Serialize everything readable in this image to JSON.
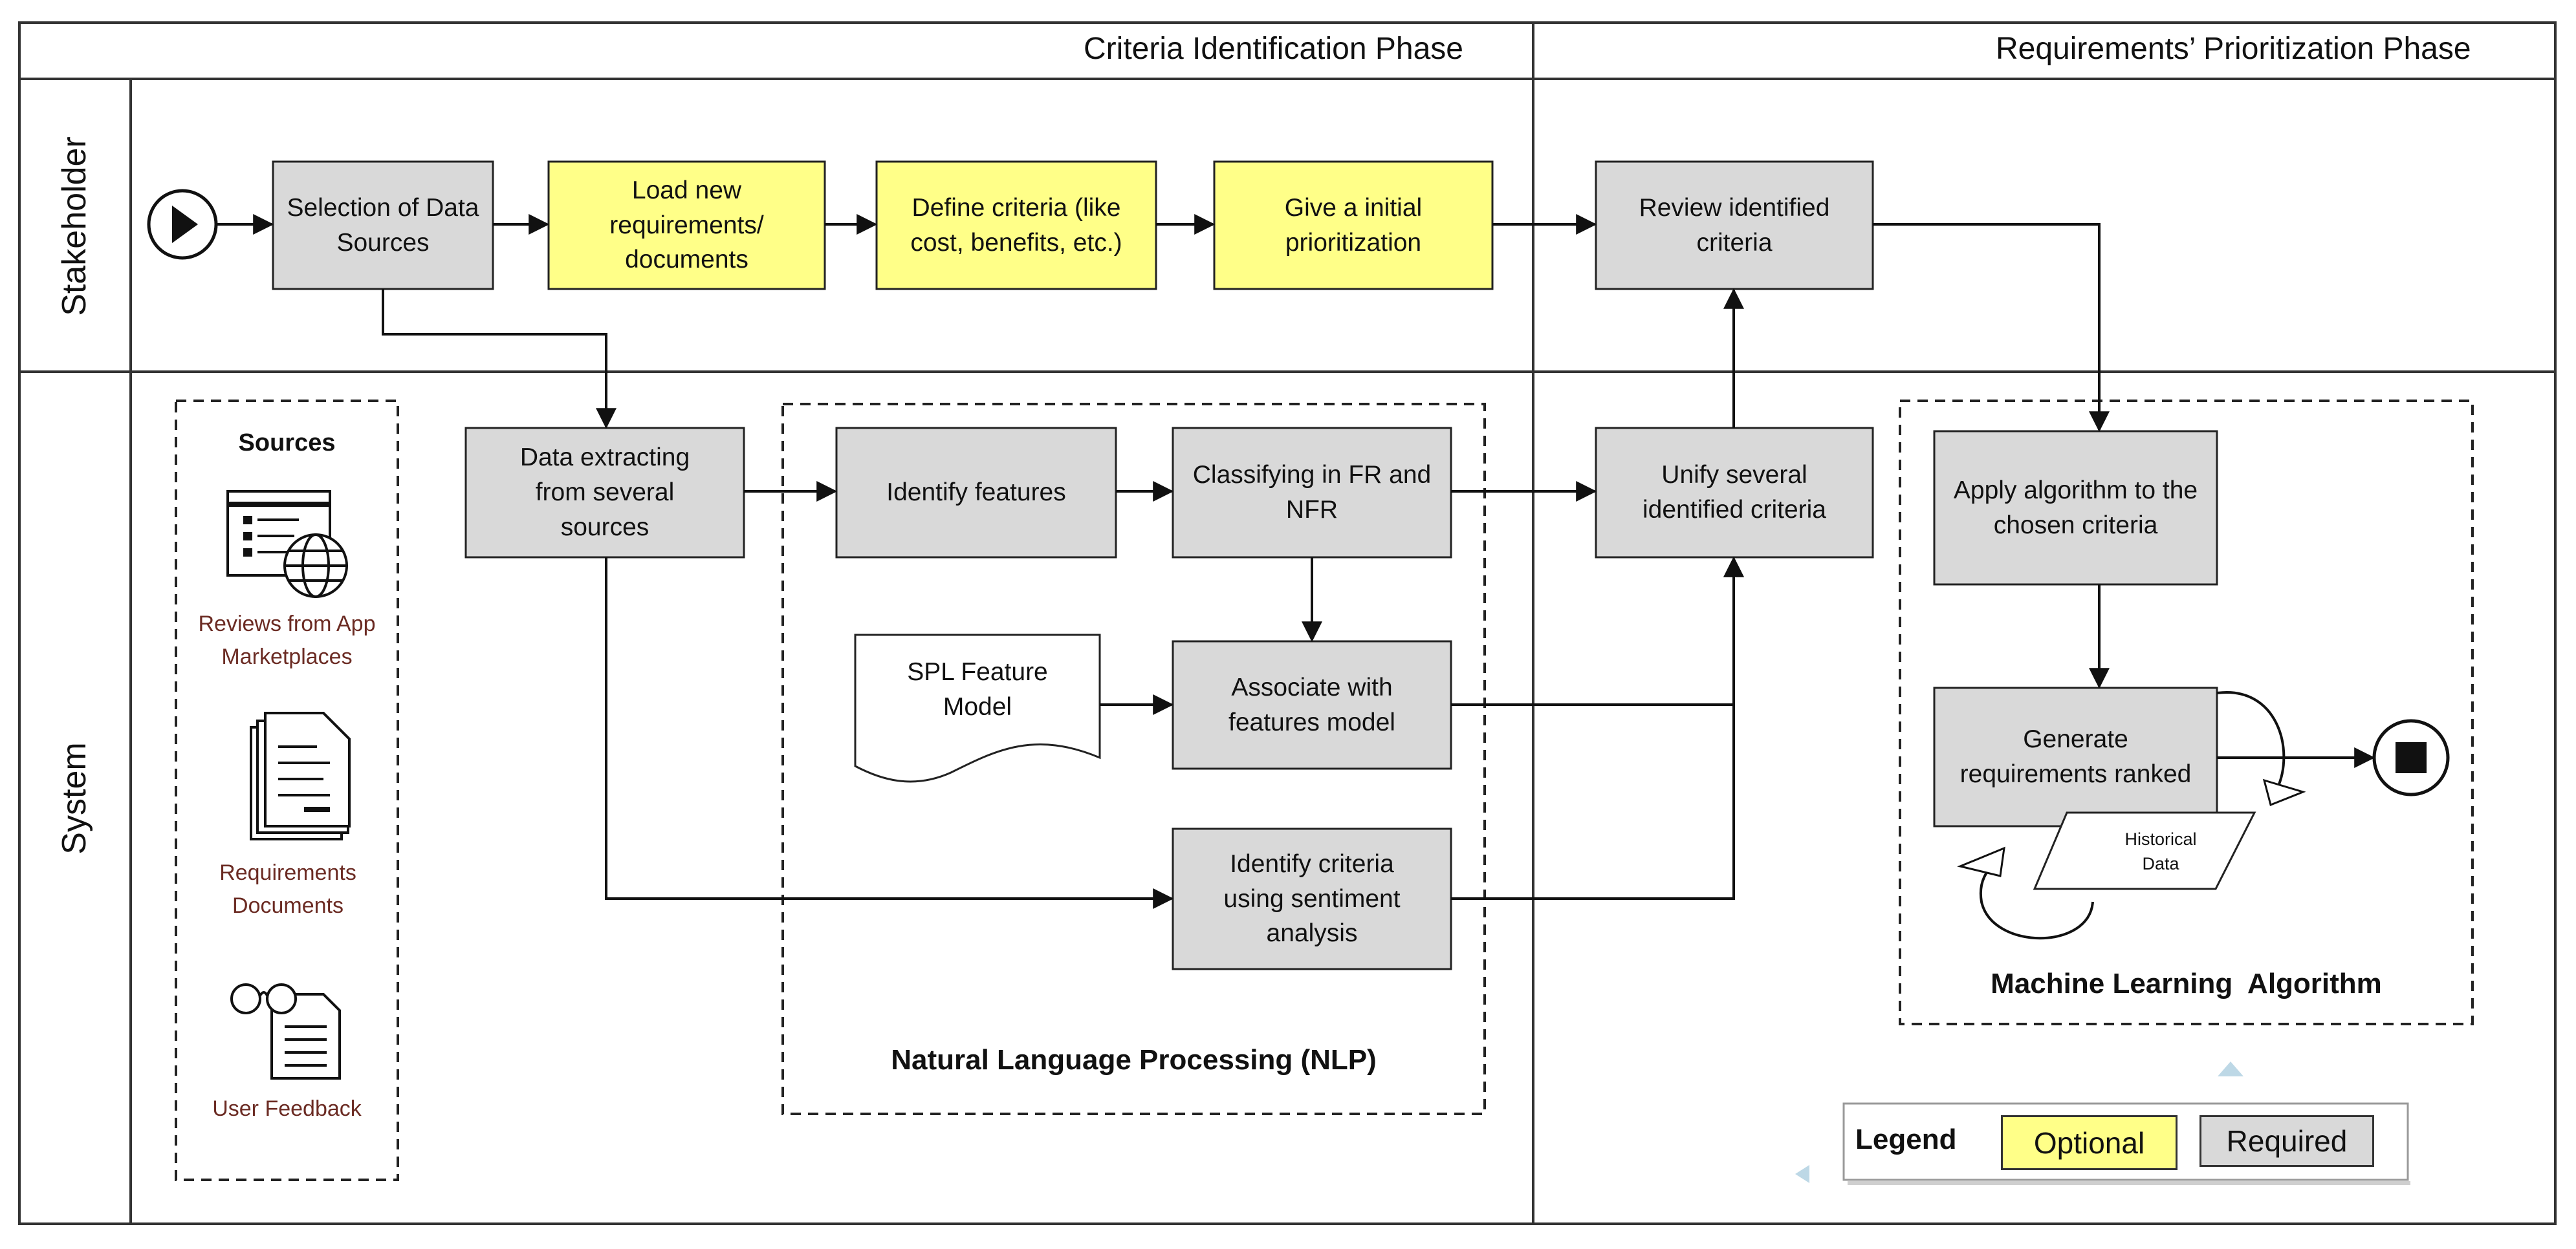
{
  "phases": {
    "criteria": "Criteria Identification Phase",
    "prioritization": "Requirements’ Prioritization Phase"
  },
  "lanes": {
    "stakeholder": "Stakeholder",
    "system": "System"
  },
  "steps": {
    "selection": "Selection of Data Sources",
    "load": "Load new requirements/ documents",
    "define": "Define criteria (like cost, benefits, etc.)",
    "give": "Give a initial prioritization",
    "review": "Review identified criteria",
    "extract": "Data extracting from several sources",
    "identify_features": "Identify features",
    "classify": "Classifying in FR and NFR",
    "spl": "SPL Feature Model",
    "associate": "Associate with features model",
    "sentiment": "Identify criteria using sentiment analysis",
    "unify": "Unify several identified criteria",
    "apply": "Apply algorithm to the chosen criteria",
    "generate": "Generate requirements ranked",
    "historical": "Historical Data"
  },
  "sources": {
    "title": "Sources",
    "items": [
      {
        "label": "Reviews from App Marketplaces",
        "icon": "web-page-globe-icon"
      },
      {
        "label": "Requirements Documents",
        "icon": "documents-icon"
      },
      {
        "label": "User Feedback",
        "icon": "glasses-document-icon"
      }
    ]
  },
  "groups": {
    "nlp": "Natural Language Processing (NLP)",
    "ml": "Machine Learning  Algorithm"
  },
  "legend": {
    "title": "Legend",
    "optional": "Optional",
    "required": "Required"
  },
  "colors": {
    "optional_fill": "#ffff88",
    "required_fill": "#d9d9d9",
    "source_caption": "#6b2b23",
    "outline": "#222222"
  }
}
